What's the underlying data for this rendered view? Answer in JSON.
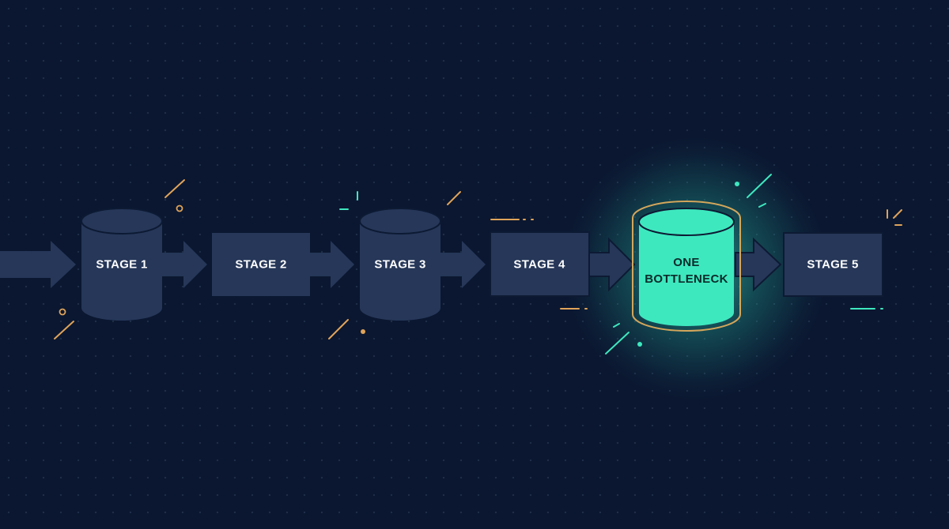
{
  "stages": [
    {
      "id": "stage-1",
      "label": "STAGE 1",
      "shape": "cylinder"
    },
    {
      "id": "stage-2",
      "label": "STAGE 2",
      "shape": "rectangle"
    },
    {
      "id": "stage-3",
      "label": "STAGE 3",
      "shape": "cylinder"
    },
    {
      "id": "stage-4",
      "label": "STAGE 4",
      "shape": "rectangle"
    },
    {
      "id": "bottleneck",
      "label_line1": "ONE",
      "label_line2": "BOTTLENECK",
      "shape": "cylinder",
      "highlighted": true
    },
    {
      "id": "stage-5",
      "label": "STAGE 5",
      "shape": "rectangle"
    }
  ],
  "colors": {
    "background": "#0b1730",
    "node_fill": "#263759",
    "node_stroke": "#0f1d38",
    "arrow_fill": "#263759",
    "bottleneck_fill": "#3ee8bf",
    "bottleneck_ring": "#d3a65b",
    "accent_orange": "#e0a45a",
    "accent_teal": "#3ee8bf"
  }
}
